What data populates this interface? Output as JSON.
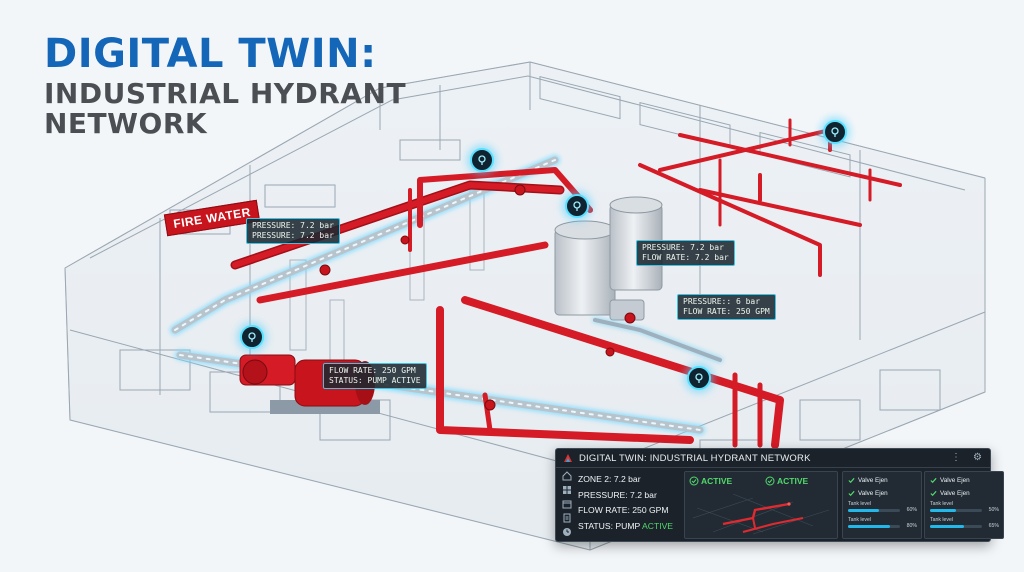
{
  "title": {
    "line1": "DIGITAL TWIN:",
    "line2": "INDUSTRIAL HYDRANT",
    "line3": "NETWORK"
  },
  "sign": {
    "text": "FIRE WATER"
  },
  "annotations": [
    {
      "lines": [
        "PRESSURE: 7.2 bar",
        "PRESSURE: 7.2 bar"
      ]
    },
    {
      "lines": [
        "PRESSURE: 7.2 bar",
        "FLOW RATE: 7.2 bar"
      ]
    },
    {
      "lines": [
        "PRESSURE:: 6 bar",
        "FLOW RATE: 250 GPM"
      ]
    },
    {
      "lines": [
        "FLOW RATE: 250 GPM",
        "STATUS: PUMP ACTIVE"
      ]
    }
  ],
  "sensors": [
    "sensor-icon",
    "sensor-icon",
    "sensor-icon",
    "sensor-icon",
    "sensor-icon"
  ],
  "dashboard": {
    "title": "DIGITAL TWIN: INDUSTRIAL HYDRANT NETWORK",
    "tools": [
      "more-icon",
      "settings-icon"
    ],
    "nav_icons": [
      "home-icon",
      "grid-icon",
      "calendar-icon",
      "document-icon",
      "clock-icon"
    ],
    "zone": {
      "zone": "ZONE 2: 7.2 bar",
      "pressure": "PRESSURE: 7.2 bar",
      "flow": "FLOW RATE: 250 GPM",
      "status_prefix": "STATUS: PUMP ",
      "status_value": "ACTIVE"
    },
    "status_labels": [
      "ACTIVE",
      "ACTIVE"
    ],
    "cards": [
      {
        "valves": [
          "Valve Ejen",
          "Valve Ejen"
        ],
        "tanks": [
          {
            "label": "Tank level",
            "percent": "60%",
            "fraction": 0.6
          },
          {
            "label": "Tank level",
            "percent": "80%",
            "fraction": 0.8
          }
        ]
      },
      {
        "valves": [
          "Valve Ejen",
          "Valve Ejen"
        ],
        "tanks": [
          {
            "label": "Tank level",
            "percent": "50%",
            "fraction": 0.5
          },
          {
            "label": "Tank level",
            "percent": "65%",
            "fraction": 0.65
          }
        ]
      }
    ]
  },
  "colors": {
    "brand_blue": "#1467b8",
    "pipe_red": "#d41b26",
    "pipe_blue_glow": "#55d0ff",
    "active_green": "#52d86b",
    "dash_bg": "#1b222a",
    "bar_fill": "#22b8ea"
  }
}
